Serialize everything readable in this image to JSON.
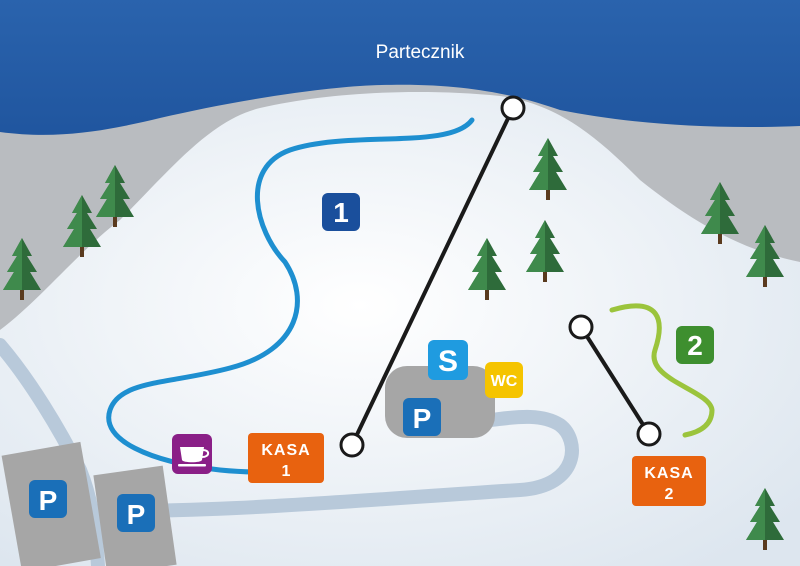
{
  "map": {
    "peak_name": "Partecznik",
    "slopes": [
      {
        "number": "1",
        "color": "#1a4f9c",
        "route_color": "#1e8fd0"
      },
      {
        "number": "2",
        "color": "#3e8f2f",
        "route_color": "#9bc43c"
      }
    ],
    "ticket_offices": [
      {
        "line1": "KASA",
        "line2": "1",
        "color": "#e8620f"
      },
      {
        "line1": "KASA",
        "line2": "2",
        "color": "#e8620f"
      }
    ],
    "facilities": {
      "ski_school": {
        "label": "S",
        "color": "#1f9be0"
      },
      "toilet": {
        "label": "WC",
        "color": "#f5c400"
      },
      "cafe": {
        "icon": "coffee-cup-icon",
        "color": "#8a1f87"
      }
    },
    "parking": {
      "label": "P",
      "color": "#1a6fb8",
      "count": 3
    },
    "lift_color": "#1a1a1a",
    "icons": [
      "tree-icon",
      "coffee-cup-icon",
      "lift-station-icon"
    ]
  }
}
